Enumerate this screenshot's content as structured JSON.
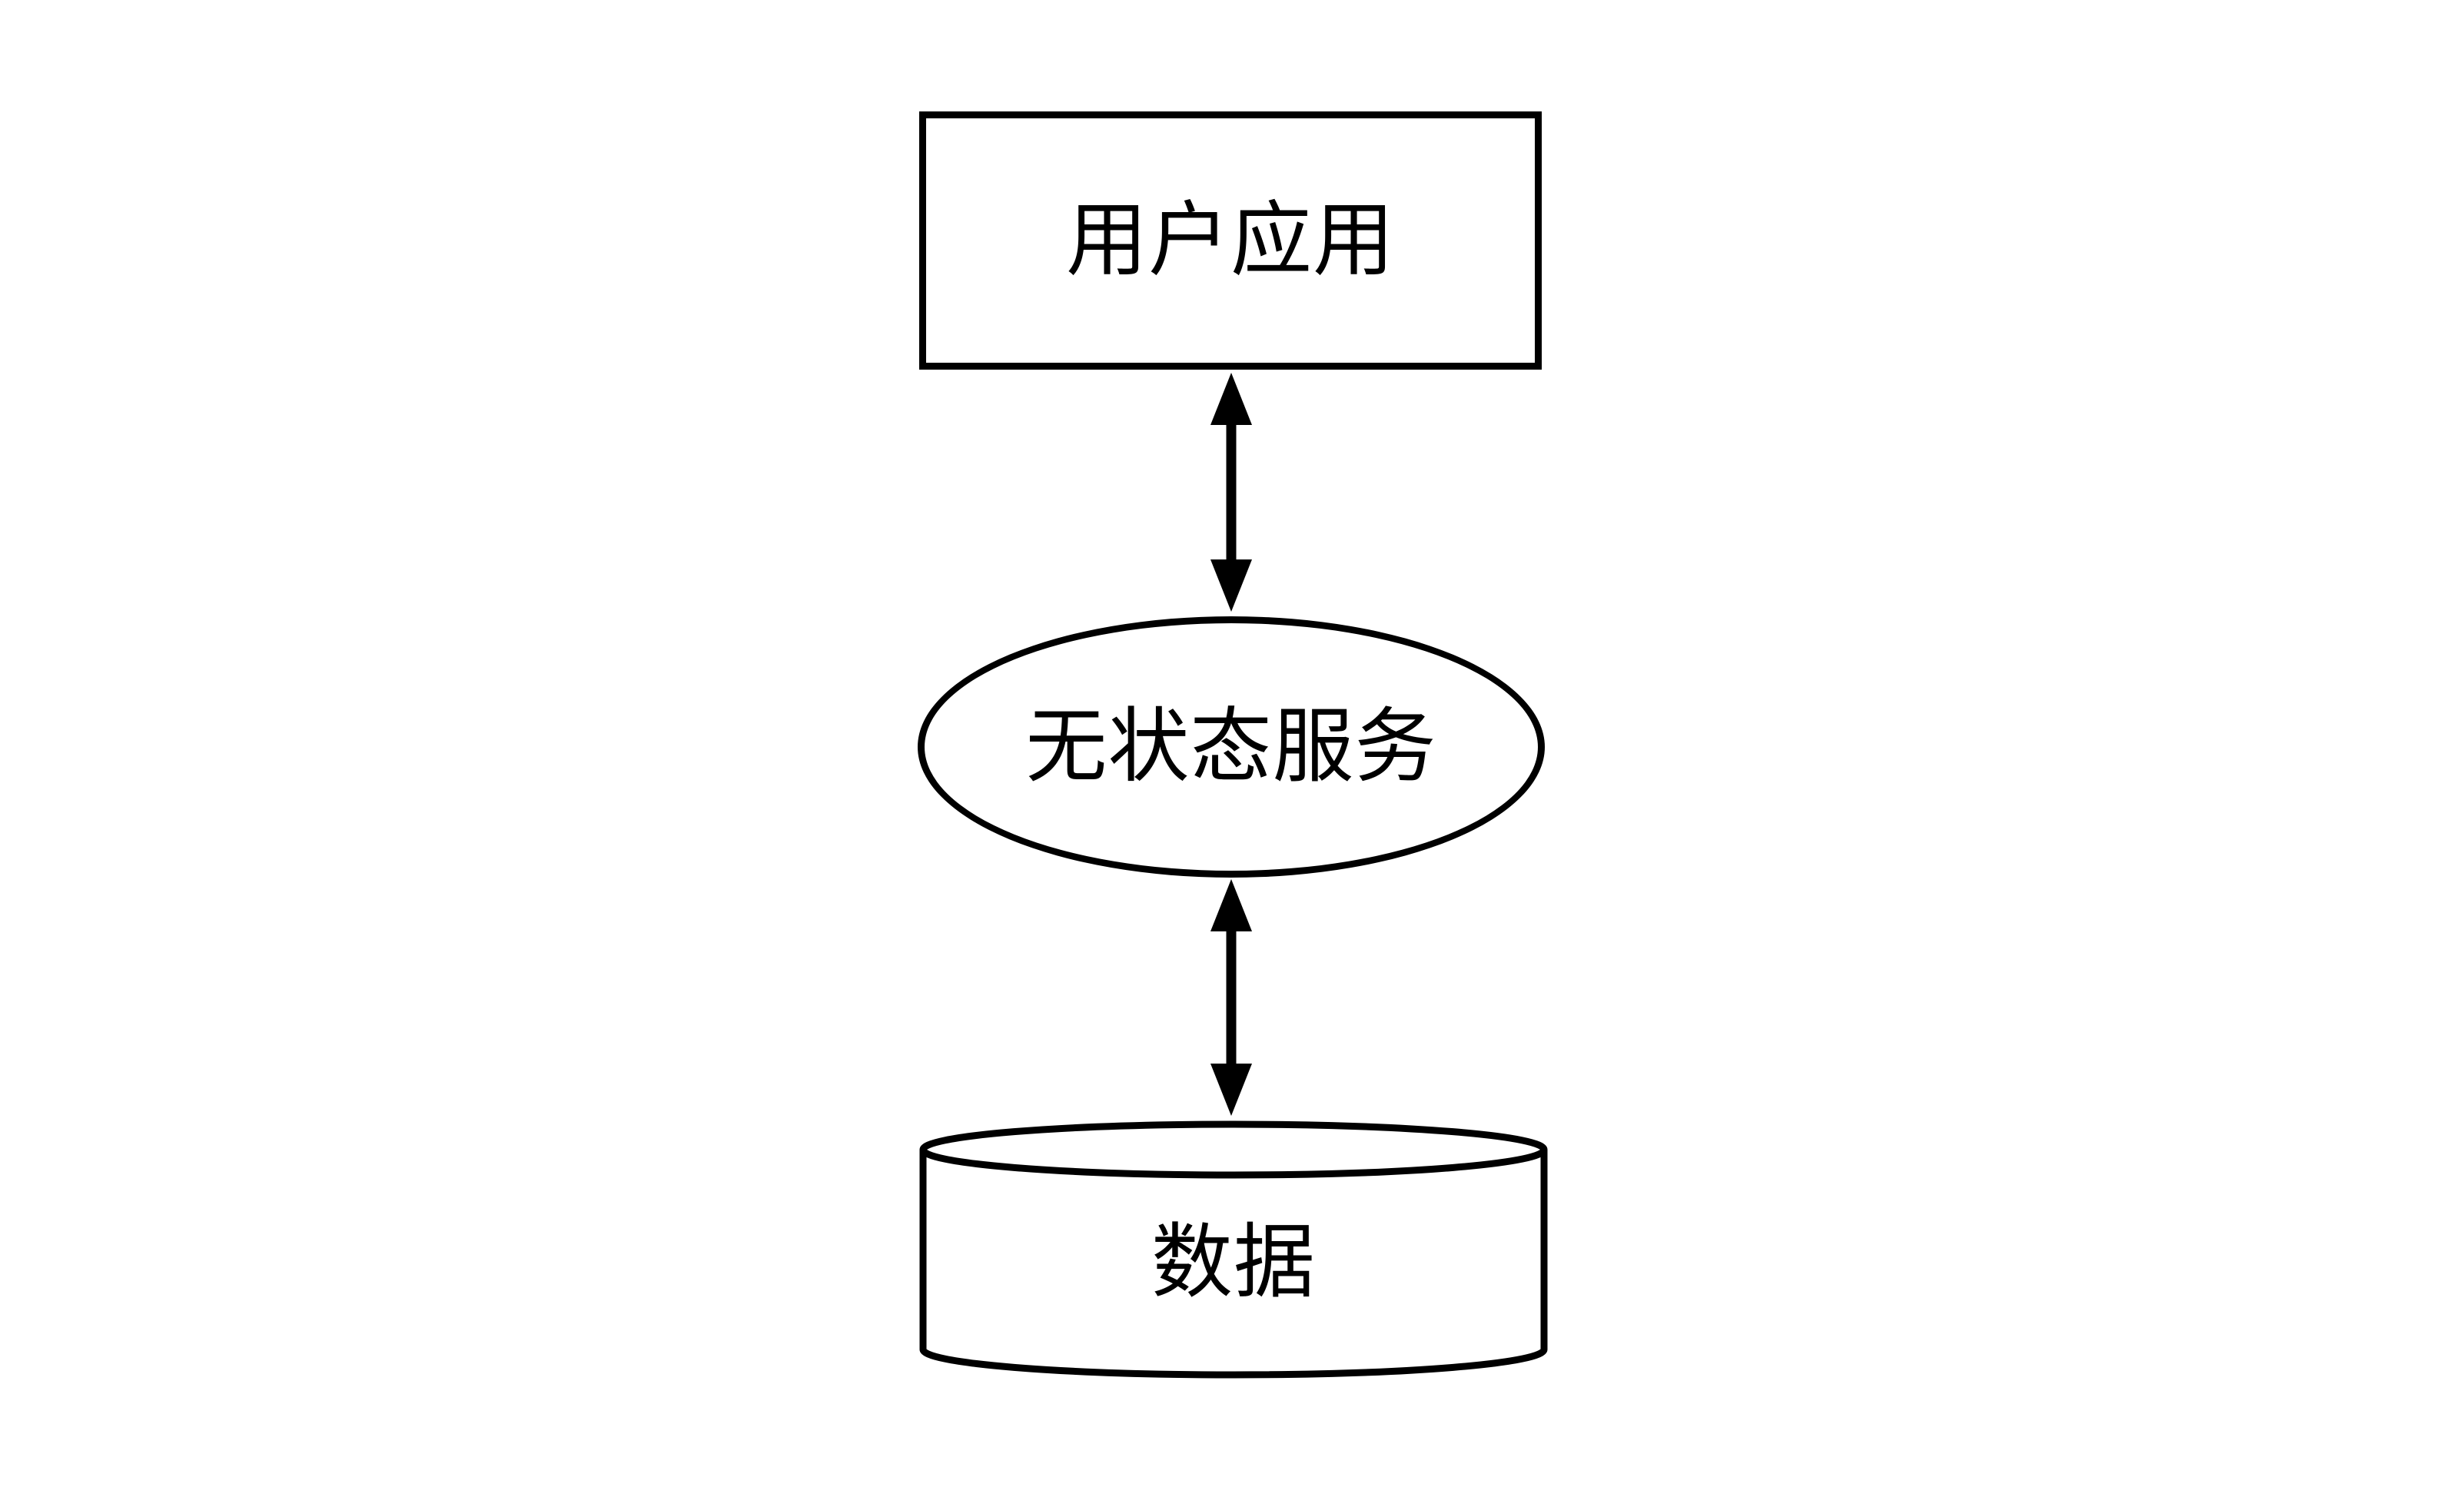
{
  "diagram": {
    "type": "architecture-flow",
    "background": "#ffffff",
    "colors": {
      "stroke": "#000000",
      "fill": "#ffffff",
      "background": "#ffffff"
    },
    "nodes": [
      {
        "id": "user-application",
        "shape": "rectangle",
        "label": "用户应用"
      },
      {
        "id": "stateless-service",
        "shape": "ellipse",
        "label": "无状态服务"
      },
      {
        "id": "data-store",
        "shape": "cylinder",
        "label": "数据"
      }
    ],
    "edges": [
      {
        "from": "user-application",
        "to": "stateless-service",
        "style": "double-headed-arrow"
      },
      {
        "from": "stateless-service",
        "to": "data-store",
        "style": "double-headed-arrow"
      }
    ]
  }
}
